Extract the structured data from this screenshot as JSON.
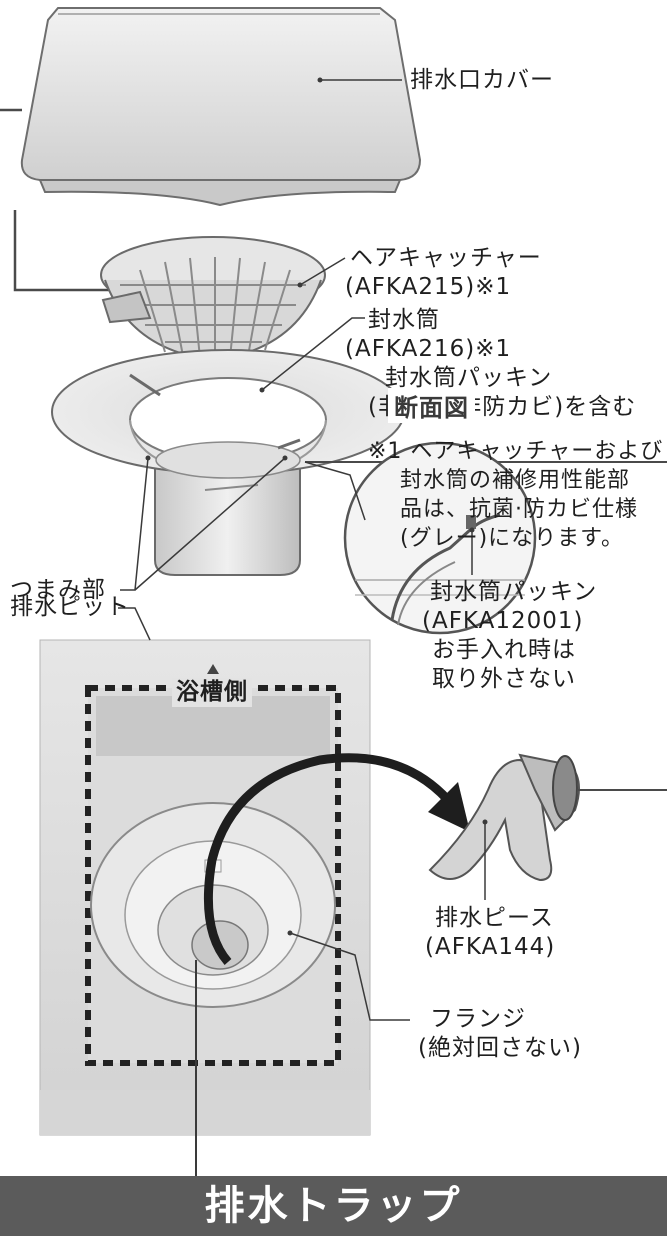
{
  "labels": {
    "drain_cover": "排水口カバー",
    "hair_catcher": "ヘアキャッチャー",
    "hair_catcher_part": "(AFKA215)※1",
    "seal_cylinder": "封水筒",
    "seal_cylinder_part": "(AFKA216)※1",
    "seal_packing_included": "封水筒パッキン",
    "seal_packing_included_note": "(非抗菌·非防カビ)を含む",
    "note_line1": "※1 ヘアキャッチャーおよび",
    "note_line2": "封水筒の補修用性能部",
    "note_line3": "品は、抗菌·防カビ仕様",
    "note_line4": "(グレー)になります。",
    "knob": "つまみ部",
    "section_view": "断面図",
    "seal_packing": "封水筒パッキン",
    "seal_packing_part": "(AFKA12001)",
    "seal_packing_note1": "お手入れ時は",
    "seal_packing_note2": "取り外さない",
    "drain_pit": "排水ピット",
    "bathtub_side": "浴槽側",
    "drain_piece": "排水ピース",
    "drain_piece_part": "(AFKA144)",
    "flange": "フランジ",
    "flange_note": "(絶対回さない)",
    "bathtub_marker": "▲",
    "title": "排水トラップ"
  }
}
